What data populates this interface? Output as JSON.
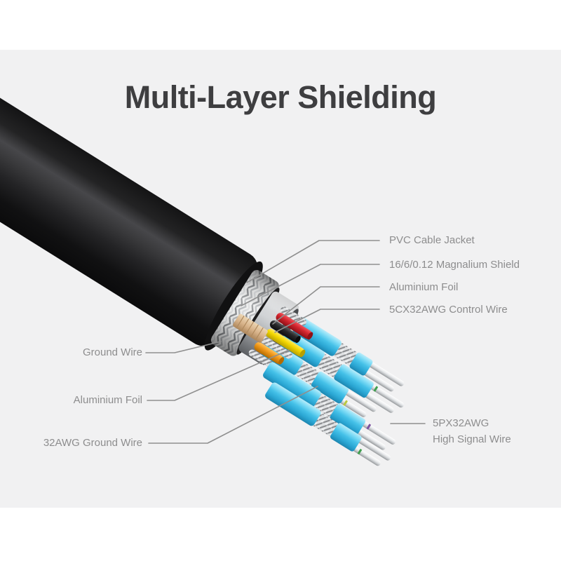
{
  "title": "Multi-Layer Shielding",
  "callouts": {
    "right": [
      {
        "label": "PVC Cable Jacket"
      },
      {
        "label": "16/6/0.12 Magnalium Shield"
      },
      {
        "label": "Aluminium Foil"
      },
      {
        "label": "5CX32AWG Control Wire"
      }
    ],
    "left": [
      {
        "label": "Ground Wire"
      },
      {
        "label": "Aluminium Foil"
      },
      {
        "label": "32AWG Ground Wire"
      }
    ],
    "bottom_right": {
      "line1": "5PX32AWG",
      "line2": "High Signal Wire"
    }
  },
  "colors": {
    "page_background": "#ffffff",
    "stage_background": "#f1f1f2",
    "title_text": "#3e3e40",
    "label_text": "#8d8d8e",
    "leader_line": "#8f8f8f",
    "cable_jacket": "#1b1b1c",
    "shield_braid": "#d9dadc",
    "aluminium_foil": "#c0c2c5",
    "twisted_pair_jacket": "#48c2e9",
    "control_wire_red": "#c8232c",
    "control_wire_black": "#1f1f20",
    "control_wire_yellow": "#f1d600",
    "control_wire_orange": "#f29b1d",
    "ground_wire_tan": "#d7b48c"
  }
}
